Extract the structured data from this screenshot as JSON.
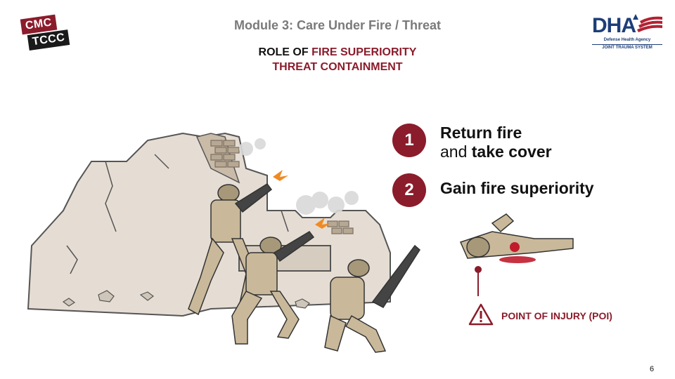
{
  "logo_left": {
    "line1": "CMC",
    "line2": "TCCC"
  },
  "header": {
    "module_title": "Module 3: Care Under Fire / Threat",
    "subtitle_prefix": "ROLE OF ",
    "subtitle_highlight": "FIRE SUPERIORITY",
    "subtitle_line2": "THREAT CONTAINMENT"
  },
  "logo_right": {
    "letters": "DHA",
    "agency": "Defense Health Agency",
    "system": "JOINT TRAUMA SYSTEM"
  },
  "steps": [
    {
      "number": "1",
      "line1": "Return fire",
      "line2_prefix": "and ",
      "line2_bold": "take cover"
    },
    {
      "number": "2",
      "line1": "Gain fire superiority"
    }
  ],
  "poi": {
    "label": "POINT OF INJURY (POI)"
  },
  "page_number": "6",
  "colors": {
    "accent": "#8b1c2b",
    "title_gray": "#7a7a7a",
    "dha_blue": "#1d3e78"
  }
}
